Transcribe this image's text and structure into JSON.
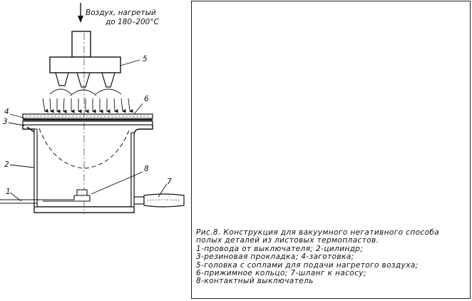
{
  "figure": {
    "air_label_line1": "Воздух, нагретый",
    "air_label_line2": "до 180–200°С",
    "part_labels": {
      "p1": "1",
      "p2": "2",
      "p3": "3",
      "p4": "4",
      "p5": "5",
      "p6": "6",
      "p7": "7",
      "p8": "8"
    }
  },
  "caption": {
    "title_line1": "Рис.8. Конструкция для вакуумного негативного способа",
    "title_line2": "полых деталей из листовых термопластов.",
    "legend": [
      "1-провода от выключателя; 2-цилиндр;",
      "3-резиновая прокладка; 4-заготовка;",
      "5-головка с соплами для подачи нагретого воздуха;",
      "6-прижимное кольцо; 7-шланг к насосу;",
      "8-контактный выключатель"
    ]
  },
  "colors": {
    "ink": "#111111",
    "paper": "#ffffff"
  }
}
